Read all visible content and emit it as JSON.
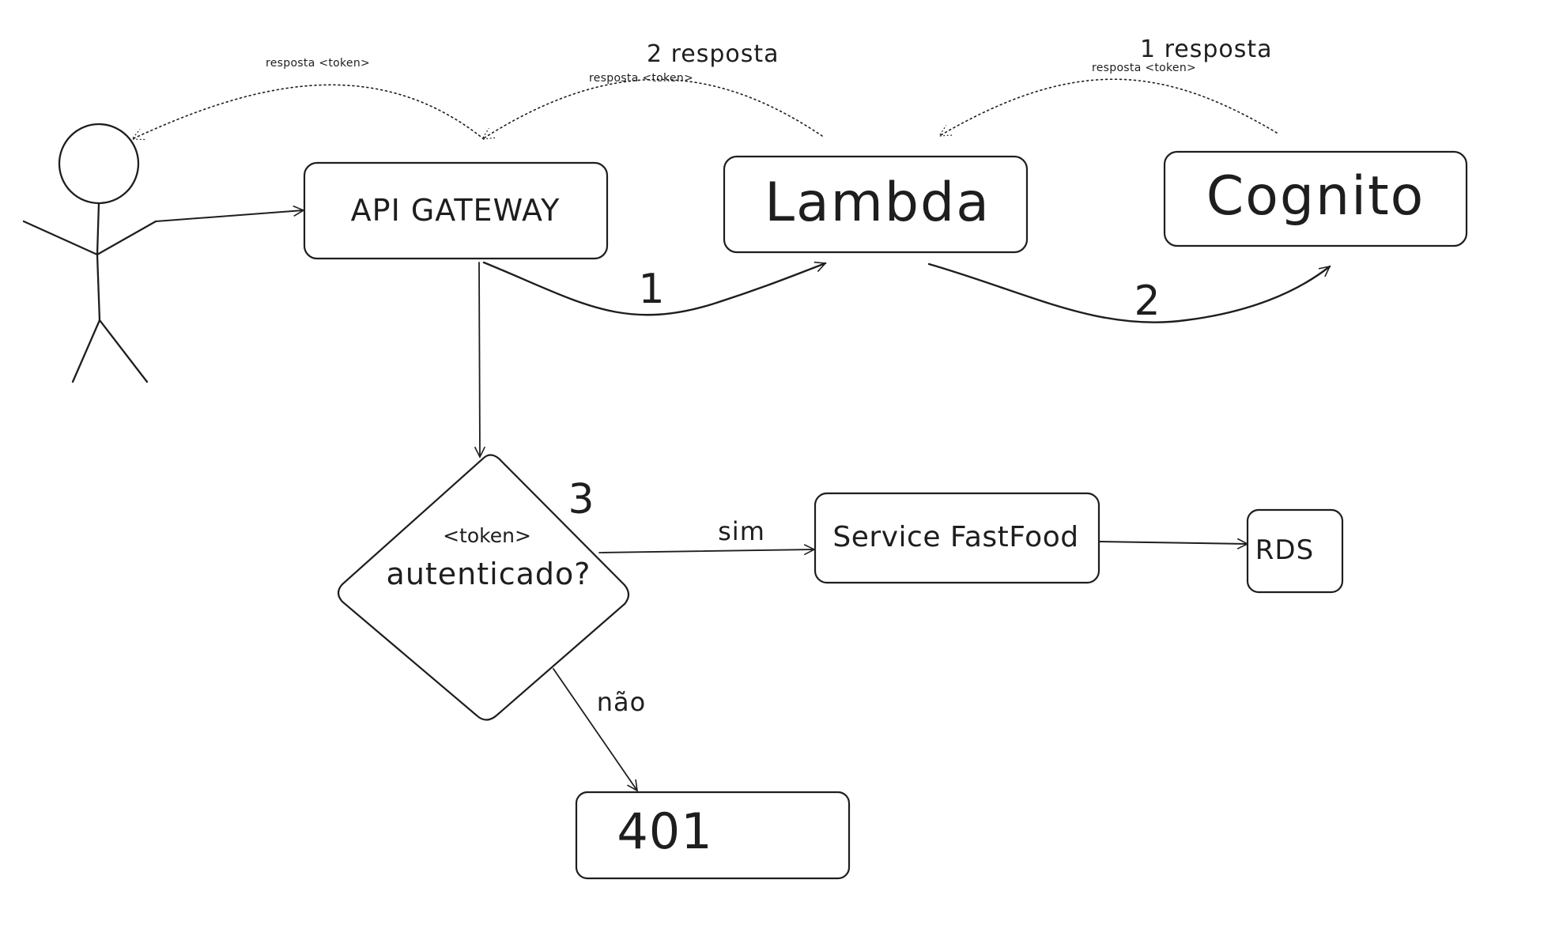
{
  "diagram": {
    "nodes": {
      "api_gateway": "API GATEWAY",
      "lambda": "Lambda",
      "cognito": "Cognito",
      "decision_top": "<token>",
      "decision_bottom": "autenticado?",
      "service": "Service FastFood",
      "rds": "RDS",
      "error": "401"
    },
    "edges": {
      "gateway_to_lambda": "1",
      "lambda_to_cognito": "2",
      "decision_number": "3",
      "yes": "sim",
      "no": "não"
    },
    "responses": {
      "to_actor": "resposta <token>",
      "lambda_to_gateway_title": "2 resposta",
      "lambda_to_gateway_token": "resposta <token>",
      "cognito_to_lambda_title": "1 resposta",
      "cognito_to_lambda_token": "resposta <token>"
    }
  }
}
